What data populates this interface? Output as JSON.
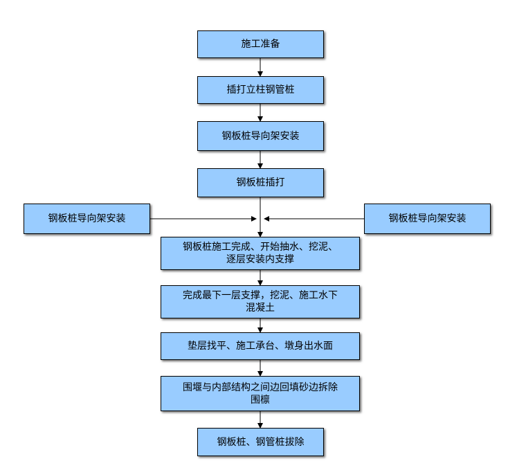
{
  "steps": [
    {
      "label": "施工准备"
    },
    {
      "label": "插打立柱钢管桩"
    },
    {
      "label": "钢板桩导向架安装"
    },
    {
      "label": "钢板桩插打"
    },
    {
      "label": "钢板桩施工完成、开始抽水、挖泥、\n逐层安装内支撑"
    },
    {
      "label": "完成最下一层支撑，挖泥、施工水下\n混凝土"
    },
    {
      "label": "垫层找平、施工承台、墩身出水面"
    },
    {
      "label": "围堰与内部结构之间边回填砂边拆除\n围檩"
    },
    {
      "label": "钢板桩、钢管桩拔除"
    }
  ],
  "side_left": {
    "label": "钢板桩导向架安装"
  },
  "side_right": {
    "label": "钢板桩导向架安装"
  },
  "colors": {
    "box_fill": "#99ccff",
    "box_border": "#000000",
    "connector": "#000000"
  }
}
